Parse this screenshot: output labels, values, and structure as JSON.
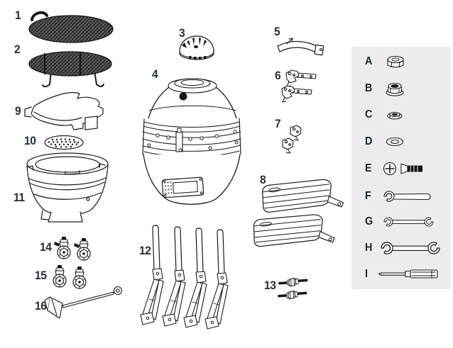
{
  "diagram": {
    "type": "exploded-parts-diagram",
    "subject": "kamado-grill-assembly",
    "colors": {
      "background": "#ffffff",
      "line": "#1a1a1a",
      "label_text": "#262e3c",
      "hardware_panel_bg": "#ececec",
      "grate_fill": "#2b2b2b"
    },
    "parts": [
      {
        "num": "1",
        "name": "cooking-grate"
      },
      {
        "num": "2",
        "name": "charcoal-grate"
      },
      {
        "num": "3",
        "name": "top-vent-cap"
      },
      {
        "num": "4",
        "name": "grill-body"
      },
      {
        "num": "5",
        "name": "lid-handle"
      },
      {
        "num": "6",
        "name": "hinge-brackets"
      },
      {
        "num": "7",
        "name": "shelf-brackets"
      },
      {
        "num": "8",
        "name": "side-shelves"
      },
      {
        "num": "9",
        "name": "heat-deflector"
      },
      {
        "num": "10",
        "name": "fire-grate-disc"
      },
      {
        "num": "11",
        "name": "firebox-bowl"
      },
      {
        "num": "12",
        "name": "legs"
      },
      {
        "num": "13",
        "name": "axle-bolts"
      },
      {
        "num": "14",
        "name": "locking-casters"
      },
      {
        "num": "15",
        "name": "casters"
      },
      {
        "num": "16",
        "name": "ash-tool"
      }
    ],
    "hardware": [
      {
        "letter": "A",
        "name": "hex-nut"
      },
      {
        "letter": "B",
        "name": "flange-nut"
      },
      {
        "letter": "C",
        "name": "lock-nut"
      },
      {
        "letter": "D",
        "name": "washer"
      },
      {
        "letter": "E",
        "name": "phillips-screw-and-bolt"
      },
      {
        "letter": "F",
        "name": "open-end-wrench"
      },
      {
        "letter": "G",
        "name": "double-open-end-wrench-small"
      },
      {
        "letter": "H",
        "name": "double-open-end-wrench-large"
      },
      {
        "letter": "I",
        "name": "screwdriver"
      }
    ]
  }
}
